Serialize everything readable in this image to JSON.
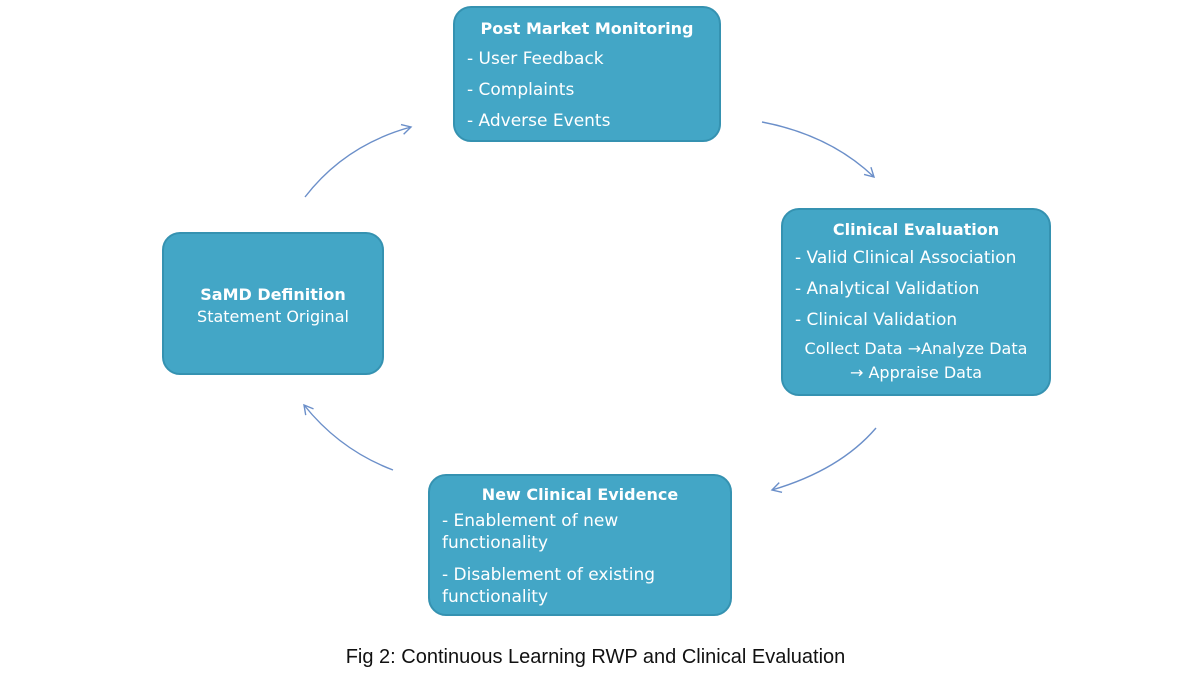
{
  "colors": {
    "box_fill": "#43a6c6",
    "box_border": "#3592b1",
    "box_text": "#ffffff",
    "arrow": "#6b8fc9"
  },
  "boxes": {
    "post_market": {
      "title": "Post Market Monitoring",
      "items": [
        "- User Feedback",
        "- Complaints",
        "- Adverse Events"
      ]
    },
    "clinical_evaluation": {
      "title": "Clinical Evaluation",
      "items": [
        "- Valid Clinical Association",
        "- Analytical Validation",
        "- Clinical Validation"
      ],
      "flow_line1": "Collect Data →Analyze Data",
      "flow_line2": "→ Appraise Data"
    },
    "new_clinical_evidence": {
      "title": "New Clinical Evidence",
      "items": [
        "- Enablement of new functionality",
        "- Disablement of existing functionality"
      ]
    },
    "samd": {
      "title": "SaMD Definition",
      "subtitle": "Statement Original"
    }
  },
  "caption": "Fig 2: Continuous Learning RWP and Clinical Evaluation"
}
